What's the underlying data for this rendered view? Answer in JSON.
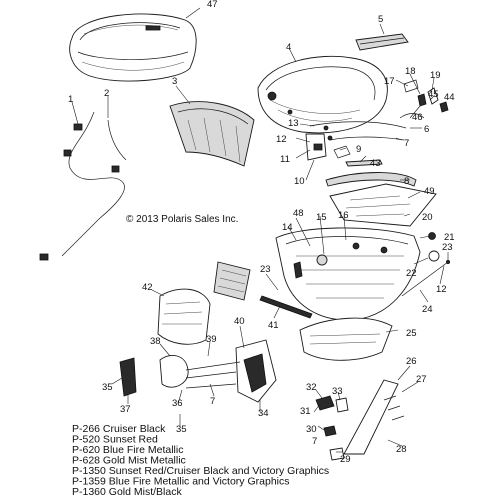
{
  "copyright": "© 2013 Polaris Sales Inc.",
  "callouts": {
    "c1": "1",
    "c2": "2",
    "c3": "3",
    "c4": "4",
    "c5": "5",
    "c6": "6",
    "c7a": "7",
    "c7b": "7",
    "c7c": "7",
    "c8": "8",
    "c9": "9",
    "c10": "10",
    "c11": "11",
    "c12a": "12",
    "c12b": "12",
    "c13": "13",
    "c14": "14",
    "c15": "15",
    "c16": "16",
    "c17": "17",
    "c18": "18",
    "c19": "19",
    "c20": "20",
    "c21": "21",
    "c22": "22",
    "c23a": "23",
    "c23b": "23",
    "c24": "24",
    "c25": "25",
    "c26": "26",
    "c27": "27",
    "c28": "28",
    "c29": "29",
    "c30": "30",
    "c31": "31",
    "c32": "32",
    "c33": "33",
    "c34": "34",
    "c35a": "35",
    "c35b": "35",
    "c36": "36",
    "c37": "37",
    "c38": "38",
    "c39": "39",
    "c40": "40",
    "c41": "41",
    "c42": "42",
    "c43": "43",
    "c44": "44",
    "c45": "45",
    "c46": "46",
    "c47": "47",
    "c48": "48",
    "c49": "49"
  },
  "color_legend": [
    "P-266  Cruiser Black",
    "P-520  Sunset Red",
    "P-620  Blue Fire Metallic",
    "P-628  Gold Mist Metallic",
    "P-1350 Sunset Red/Cruiser Black and Victory Graphics",
    "P-1359 Blue Fire Metallic and Victory Graphics",
    "P-1360 Gold Mist/Black"
  ]
}
